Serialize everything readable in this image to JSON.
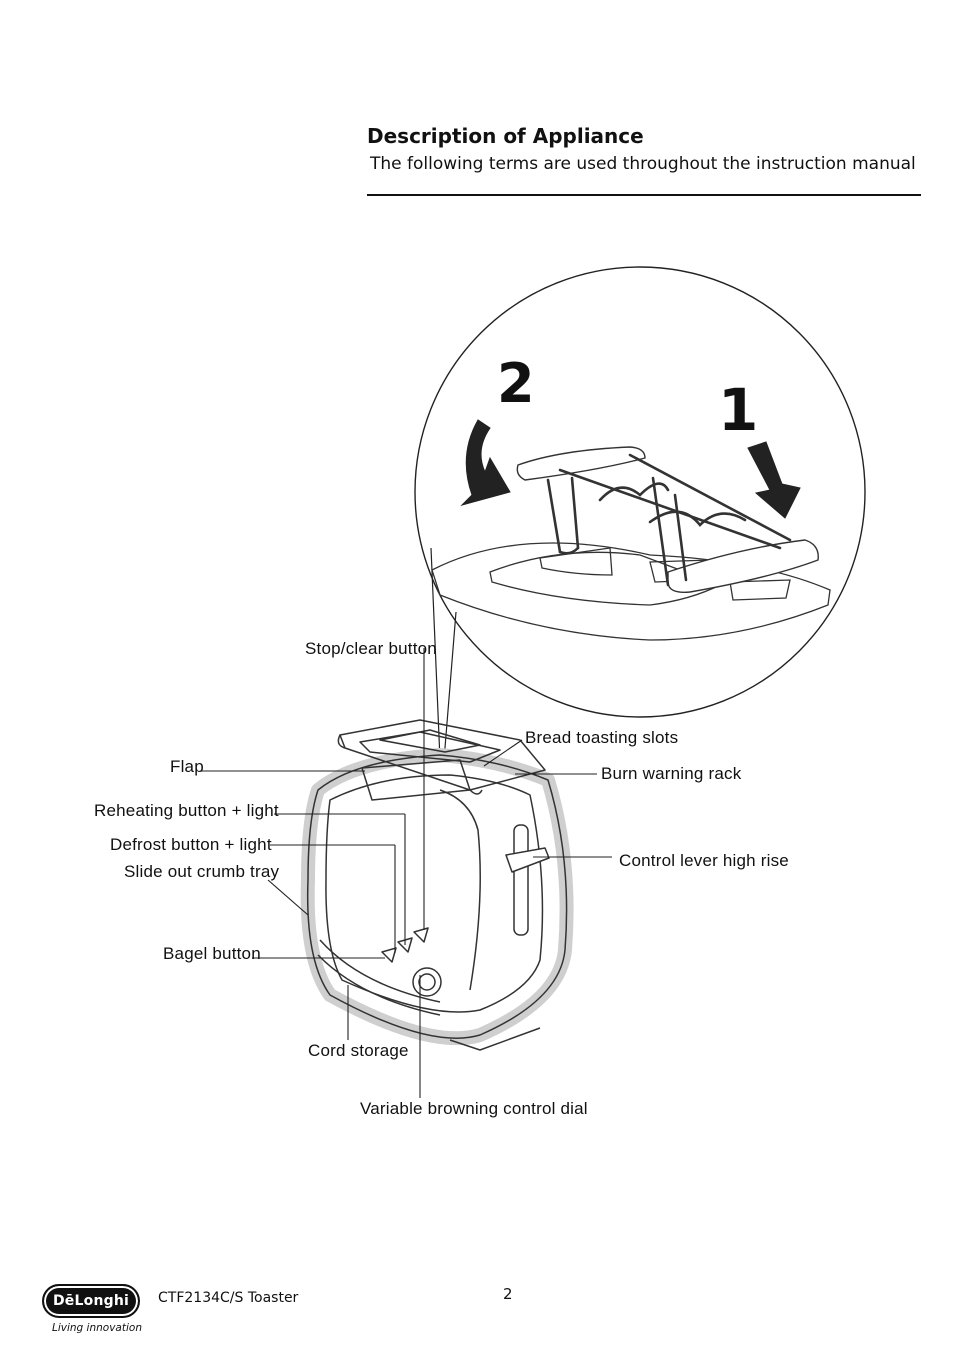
{
  "header": {
    "title": "Description of Appliance",
    "subtitle": "The following terms are used throughout the instruction manual"
  },
  "inset": {
    "step_2": "2",
    "step_1": "1"
  },
  "labels": {
    "stop_clear": "Stop/clear  button",
    "bread_slots": "Bread  toasting  slots",
    "flap": "Flap",
    "burn_rack": "Burn  warning  rack",
    "reheating": "Reheating  button  +  light",
    "defrost": "Defrost  button  +  light",
    "crumb_tray": "Slide  out  crumb  tray",
    "control_lever": "Control  lever  high  rise",
    "bagel": "Bagel  button",
    "cord_storage": "Cord  storage",
    "browning_dial": "Variable  browning  control  dial"
  },
  "footer": {
    "brand": "DēLonghi",
    "tagline": "Living innovation",
    "model": "CTF2134C/S Toaster",
    "page_number": "2"
  }
}
